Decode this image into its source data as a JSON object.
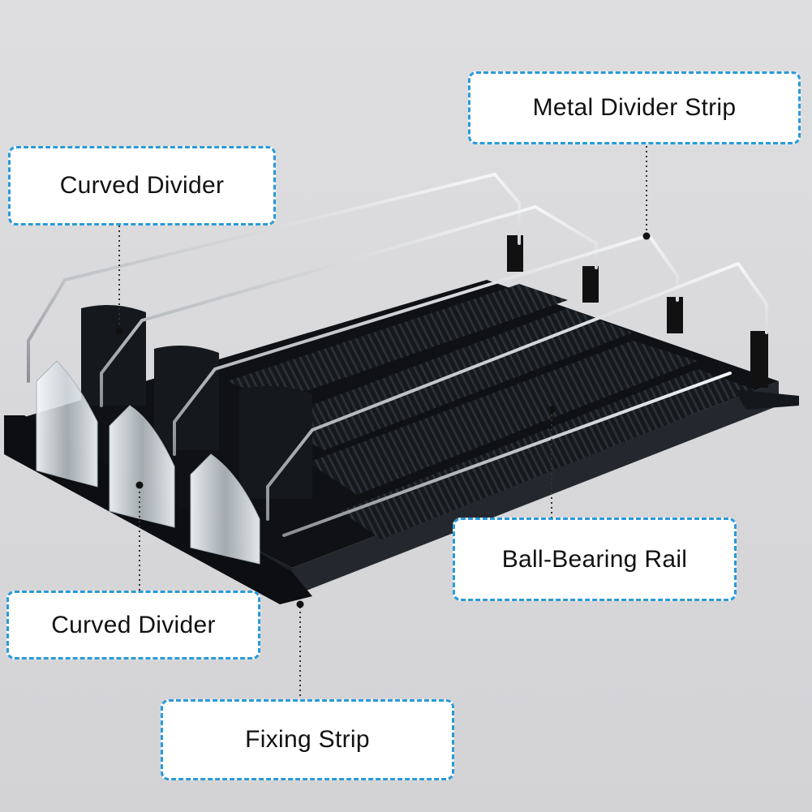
{
  "labels": {
    "metal_divider_strip": "Metal Divider Strip",
    "curved_divider_top": "Curved Divider",
    "ball_bearing_rail": "Ball-Bearing Rail",
    "curved_divider_bottom": "Curved Divider",
    "fixing_strip": "Fixing Strip"
  },
  "colors": {
    "background": "#d9d9db",
    "callout_border": "#2a9ad8",
    "tray_black": "#111418",
    "wire_silver": "#c9ccd1",
    "clear_pusher": "#e8eef2"
  }
}
